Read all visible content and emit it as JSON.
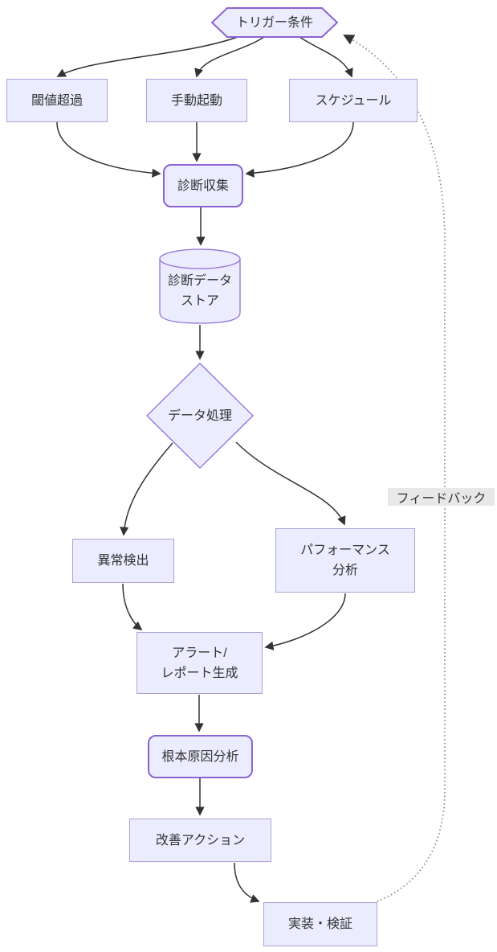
{
  "diagram": {
    "type": "flowchart",
    "direction": "top-down",
    "nodes": {
      "trigger": {
        "label": "トリガー条件",
        "shape": "hexagon"
      },
      "threshold": {
        "label": "閾値超過",
        "shape": "rect"
      },
      "manual": {
        "label": "手動起動",
        "shape": "rect"
      },
      "schedule": {
        "label": "スケジュール",
        "shape": "rect"
      },
      "collect": {
        "label": "診断収集",
        "shape": "rounded-rect"
      },
      "datastore": {
        "label": "診断データ ストア",
        "line1": "診断データ",
        "line2": "ストア",
        "shape": "cylinder"
      },
      "process": {
        "label": "データ処理",
        "shape": "diamond"
      },
      "anomaly": {
        "label": "異常検出",
        "shape": "rect"
      },
      "performance": {
        "label": "パフォーマンス分析",
        "line1": "パフォーマンス",
        "line2": "分析",
        "shape": "rect"
      },
      "alert": {
        "label": "アラート/レポート生成",
        "line1": "アラート/",
        "line2": "レポート生成",
        "shape": "rect"
      },
      "rootcause": {
        "label": "根本原因分析",
        "shape": "rounded-rect"
      },
      "action": {
        "label": "改善アクション",
        "shape": "rect"
      },
      "implement": {
        "label": "実装・検証",
        "shape": "rect"
      }
    },
    "edges": [
      {
        "from": "trigger",
        "to": "threshold",
        "style": "solid"
      },
      {
        "from": "trigger",
        "to": "manual",
        "style": "solid"
      },
      {
        "from": "trigger",
        "to": "schedule",
        "style": "solid"
      },
      {
        "from": "threshold",
        "to": "collect",
        "style": "solid"
      },
      {
        "from": "manual",
        "to": "collect",
        "style": "solid"
      },
      {
        "from": "schedule",
        "to": "collect",
        "style": "solid"
      },
      {
        "from": "collect",
        "to": "datastore",
        "style": "solid"
      },
      {
        "from": "datastore",
        "to": "process",
        "style": "solid"
      },
      {
        "from": "process",
        "to": "anomaly",
        "style": "solid"
      },
      {
        "from": "process",
        "to": "performance",
        "style": "solid"
      },
      {
        "from": "anomaly",
        "to": "alert",
        "style": "solid"
      },
      {
        "from": "performance",
        "to": "alert",
        "style": "solid"
      },
      {
        "from": "alert",
        "to": "rootcause",
        "style": "solid"
      },
      {
        "from": "rootcause",
        "to": "action",
        "style": "solid"
      },
      {
        "from": "action",
        "to": "implement",
        "style": "solid"
      },
      {
        "from": "implement",
        "to": "trigger",
        "style": "dotted",
        "label": "フィードバック"
      }
    ],
    "edge_labels": {
      "feedback": "フィードバック"
    },
    "colors": {
      "node_fill": "#ececff",
      "node_border_strong": "#8a63d2",
      "node_border_light": "#b0a0da",
      "edge": "#333333",
      "dotted_edge": "#8c8c8c",
      "edge_label_bg": "#e8e8e8",
      "text": "#333333",
      "background": "#ffffff"
    }
  }
}
